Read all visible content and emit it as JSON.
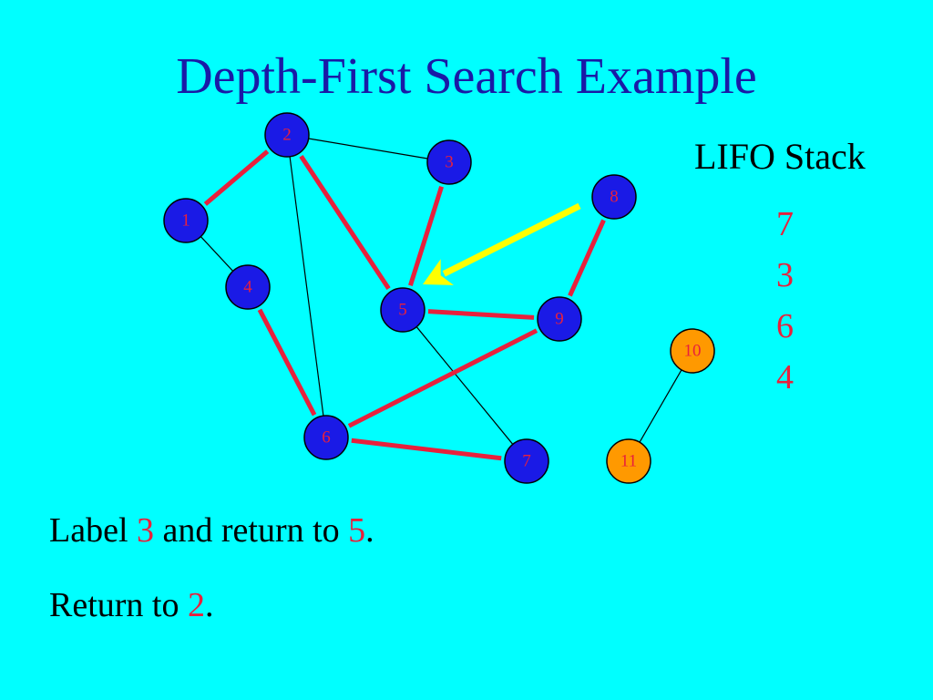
{
  "title": "Depth-First Search Example",
  "colors": {
    "background": "#00ffff",
    "title": "#1a1aa6",
    "visited_node": "#1a1ae6",
    "unvisited_node": "#ff9900",
    "node_label": "#e8203c",
    "tree_edge": "#e8203c",
    "plain_edge": "#000000",
    "arrow": "#ffff00",
    "highlight_text": "#e8203c"
  },
  "graph": {
    "nodes": [
      {
        "id": "1",
        "label": "1",
        "state": "visited"
      },
      {
        "id": "2",
        "label": "2",
        "state": "visited"
      },
      {
        "id": "3",
        "label": "3",
        "state": "visited"
      },
      {
        "id": "4",
        "label": "4",
        "state": "visited"
      },
      {
        "id": "5",
        "label": "5",
        "state": "visited"
      },
      {
        "id": "6",
        "label": "6",
        "state": "visited"
      },
      {
        "id": "7",
        "label": "7",
        "state": "visited"
      },
      {
        "id": "8",
        "label": "8",
        "state": "visited"
      },
      {
        "id": "9",
        "label": "9",
        "state": "visited"
      },
      {
        "id": "10",
        "label": "10",
        "state": "unvisited"
      },
      {
        "id": "11",
        "label": "11",
        "state": "unvisited"
      }
    ],
    "edges": [
      {
        "from": "1",
        "to": "2",
        "tree": true
      },
      {
        "from": "2",
        "to": "3",
        "tree": false
      },
      {
        "from": "2",
        "to": "5",
        "tree": true
      },
      {
        "from": "2",
        "to": "6",
        "tree": false
      },
      {
        "from": "3",
        "to": "5",
        "tree": true
      },
      {
        "from": "1",
        "to": "4",
        "tree": false
      },
      {
        "from": "4",
        "to": "6",
        "tree": true
      },
      {
        "from": "5",
        "to": "9",
        "tree": true
      },
      {
        "from": "5",
        "to": "7",
        "tree": false
      },
      {
        "from": "8",
        "to": "9",
        "tree": true
      },
      {
        "from": "6",
        "to": "9",
        "tree": true
      },
      {
        "from": "6",
        "to": "7",
        "tree": true
      },
      {
        "from": "10",
        "to": "11",
        "tree": false
      }
    ],
    "arrow": {
      "from": "8",
      "to": "5"
    }
  },
  "stack": {
    "title": "LIFO Stack",
    "items": [
      "7",
      "3",
      "6",
      "4"
    ]
  },
  "captions": [
    {
      "prefix": "Label ",
      "highlight": "3",
      "middle": " and return to ",
      "highlight2": "5",
      "suffix": "."
    },
    {
      "prefix": "Return to ",
      "highlight": "2",
      "suffix": "."
    }
  ]
}
